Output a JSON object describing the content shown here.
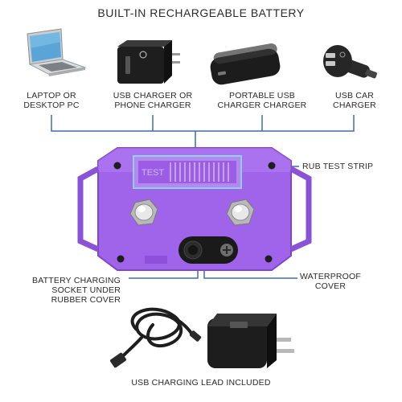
{
  "title": "BUILT-IN RECHARGEABLE BATTERY",
  "sources": [
    {
      "line1": "LAPTOP OR",
      "line2": "DESKTOP PC",
      "icon": "laptop-icon"
    },
    {
      "line1": "USB CHARGER OR",
      "line2": "PHONE CHARGER",
      "icon": "usb-wall-charger-icon"
    },
    {
      "line1": "PORTABLE USB",
      "line2": "CHARGER CHARGER",
      "icon": "power-bank-icon"
    },
    {
      "line1": "USB CAR",
      "line2": "CHARGER",
      "icon": "car-charger-icon"
    }
  ],
  "callouts": {
    "test_strip": "RUB TEST STRIP",
    "socket": {
      "line1": "BATTERY CHARGING",
      "line2": "SOCKET UNDER",
      "line3": "RUBBER COVER"
    },
    "cover": {
      "line1": "WATERPROOF",
      "line2": "COVER"
    }
  },
  "device": {
    "test_strip_text": "TEST",
    "body_color": "#9b5ce6",
    "accent_line_color": "#3f6fa6"
  },
  "footer": "USB CHARGING LEAD INCLUDED"
}
